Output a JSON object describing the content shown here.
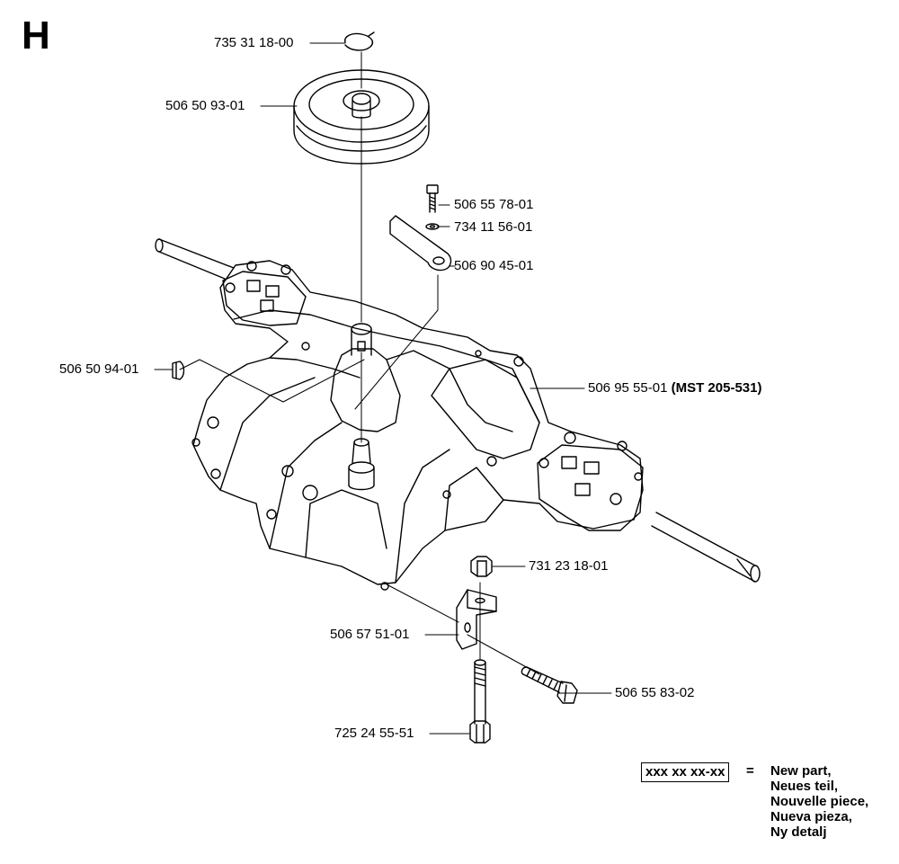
{
  "section": {
    "letter": "H"
  },
  "parts": [
    {
      "id": "circlip",
      "number": "735 31 18-00",
      "note": ""
    },
    {
      "id": "pulley",
      "number": "506 50 93-01",
      "note": ""
    },
    {
      "id": "bolt-top",
      "number": "506 55 78-01",
      "note": ""
    },
    {
      "id": "washer",
      "number": "734 11 56-01",
      "note": ""
    },
    {
      "id": "arm",
      "number": "506 90 45-01",
      "note": ""
    },
    {
      "id": "key",
      "number": "506 50 94-01",
      "note": ""
    },
    {
      "id": "transaxle",
      "number": "506 95 55-01",
      "note": "(MST 205-531)"
    },
    {
      "id": "nut",
      "number": "731 23 18-01",
      "note": ""
    },
    {
      "id": "bracket",
      "number": "506 57 51-01",
      "note": ""
    },
    {
      "id": "screw-side",
      "number": "506 55 83-02",
      "note": ""
    },
    {
      "id": "screw-bottom",
      "number": "725 24 55-51",
      "note": ""
    }
  ],
  "legend": {
    "code": "xxx xx xx-xx",
    "equals": "=",
    "meanings": [
      "New part,",
      "Neues teil,",
      "Nouvelle piece,",
      "Nueva pieza,",
      "Ny detalj"
    ]
  }
}
